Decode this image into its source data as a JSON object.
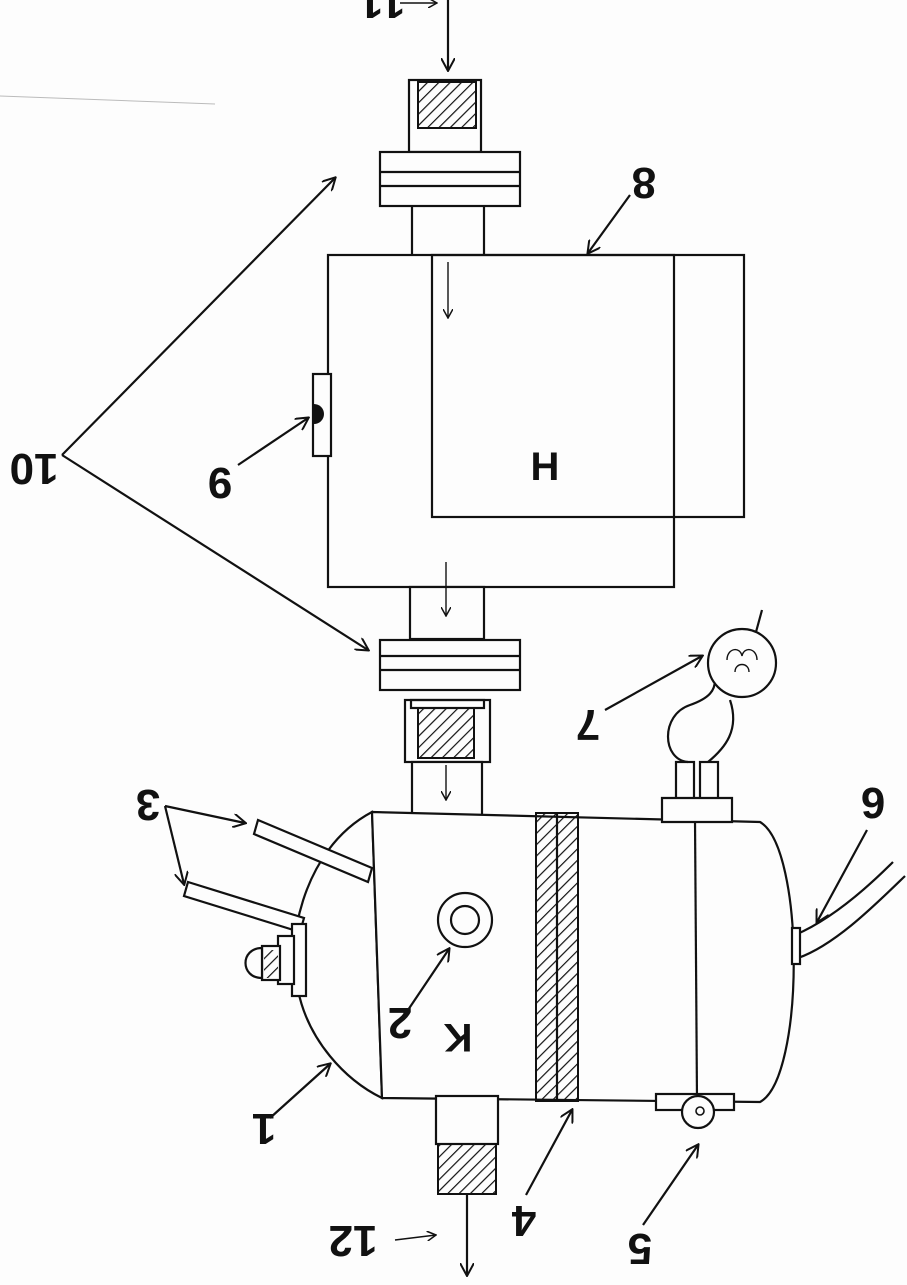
{
  "labels": {
    "l1": "1",
    "l2": "2",
    "l3": "3",
    "l4": "4",
    "l5": "5",
    "l6": "6",
    "l7": "7",
    "l8": "8",
    "l9": "9",
    "l10": "10",
    "l11": "11",
    "l12": "12",
    "heater": "H",
    "compressor": "K"
  }
}
